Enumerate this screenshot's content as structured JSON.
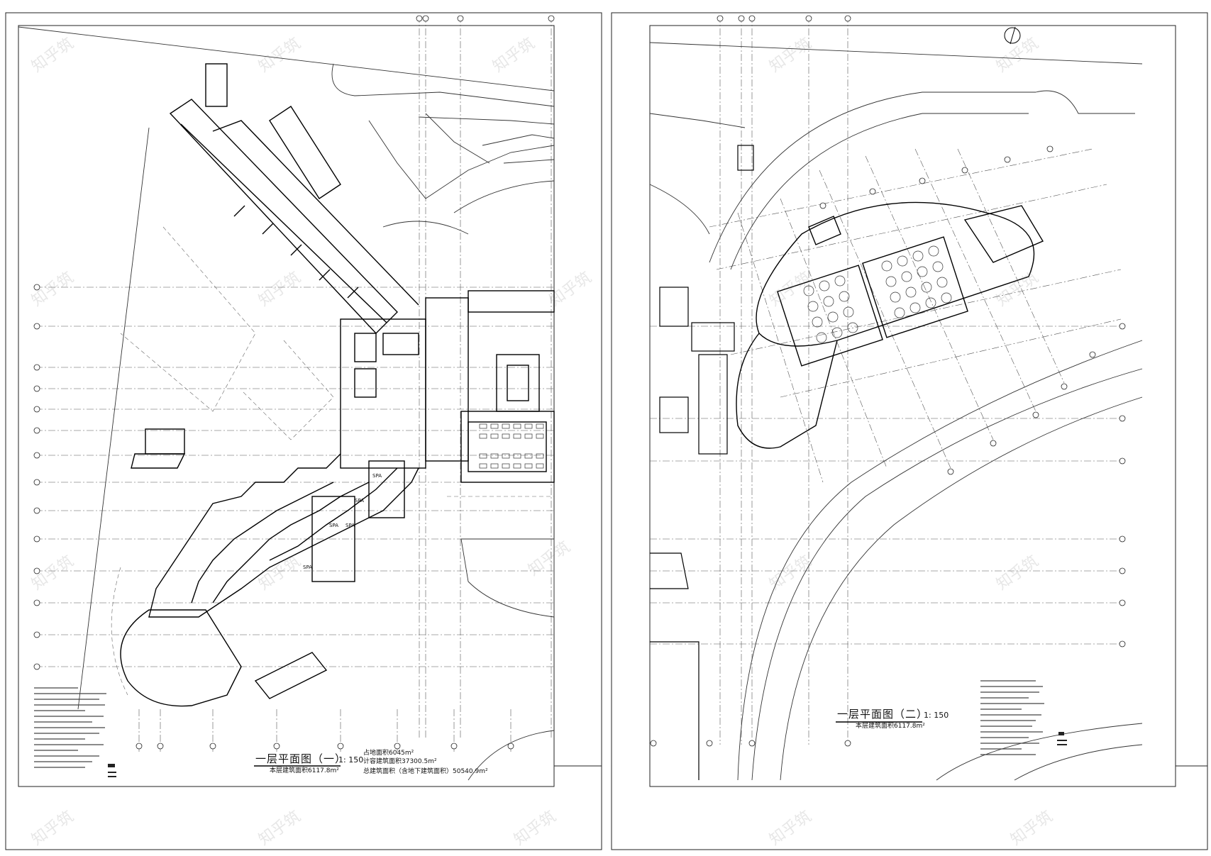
{
  "sheet_left": {
    "title": "一层平面图（一）",
    "scale": "1: 150",
    "site_area": "占地面积6045m²",
    "floor_area": "计容建筑面积37300.5m²",
    "total_area": "总建筑面积（含地下建筑面积）50540.9m²",
    "storey_area": "本层建筑面积6117.8m²",
    "room_labels": [
      "SPA",
      "SPA",
      "SPA",
      "SPA",
      "SPA"
    ]
  },
  "sheet_right": {
    "title": "一层平面图（二）",
    "scale": "1: 150",
    "storey_area": "本层建筑面积6117.8m²"
  },
  "watermark": "知乎筑"
}
